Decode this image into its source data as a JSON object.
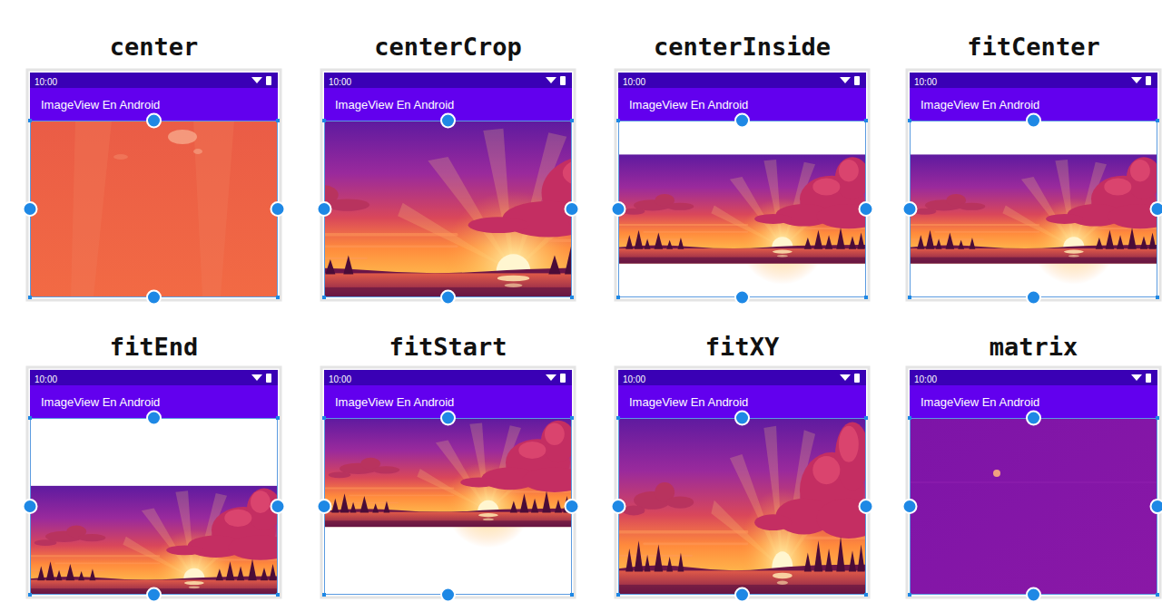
{
  "diagram": {
    "nodes": [
      {
        "text": [
          "center"
        ]
      },
      {
        "text": [
          "10:00"
        ],
        "in": 0
      },
      {
        "text": [
          "ImageView En Android"
        ],
        "in": 0
      },
      {
        "text": [
          "centerCrop"
        ]
      },
      {
        "text": [
          "10:00"
        ],
        "in": 3
      },
      {
        "text": [
          "ImageView En Android"
        ],
        "in": 3
      },
      {
        "text": [
          "centerInside"
        ]
      },
      {
        "text": [
          "10:00"
        ],
        "in": 6
      },
      {
        "text": [
          "ImageView En Android"
        ],
        "in": 6
      },
      {
        "text": [
          "fitCenter"
        ]
      },
      {
        "text": [
          "10:00"
        ],
        "in": 9
      },
      {
        "text": [
          "ImageView En Android"
        ],
        "in": 9
      },
      {
        "text": [
          "fitEnd"
        ]
      },
      {
        "text": [
          "10:00"
        ],
        "in": 12
      },
      {
        "text": [
          "ImageView En Android"
        ],
        "in": 12
      },
      {
        "text": [
          "fitStart"
        ]
      },
      {
        "text": [
          "10:00"
        ],
        "in": 15
      },
      {
        "text": [
          "ImageView En Android"
        ],
        "in": 15
      },
      {
        "text": [
          "fitXY"
        ]
      },
      {
        "text": [
          "10:00"
        ],
        "in": 18
      },
      {
        "text": [
          "ImageView En Android"
        ],
        "in": 18
      },
      {
        "text": [
          "matrix"
        ]
      },
      {
        "text": [
          "10:00"
        ],
        "in": 21
      },
      {
        "text": [
          "ImageView En Android"
        ],
        "in": 21
      }
    ]
  }
}
